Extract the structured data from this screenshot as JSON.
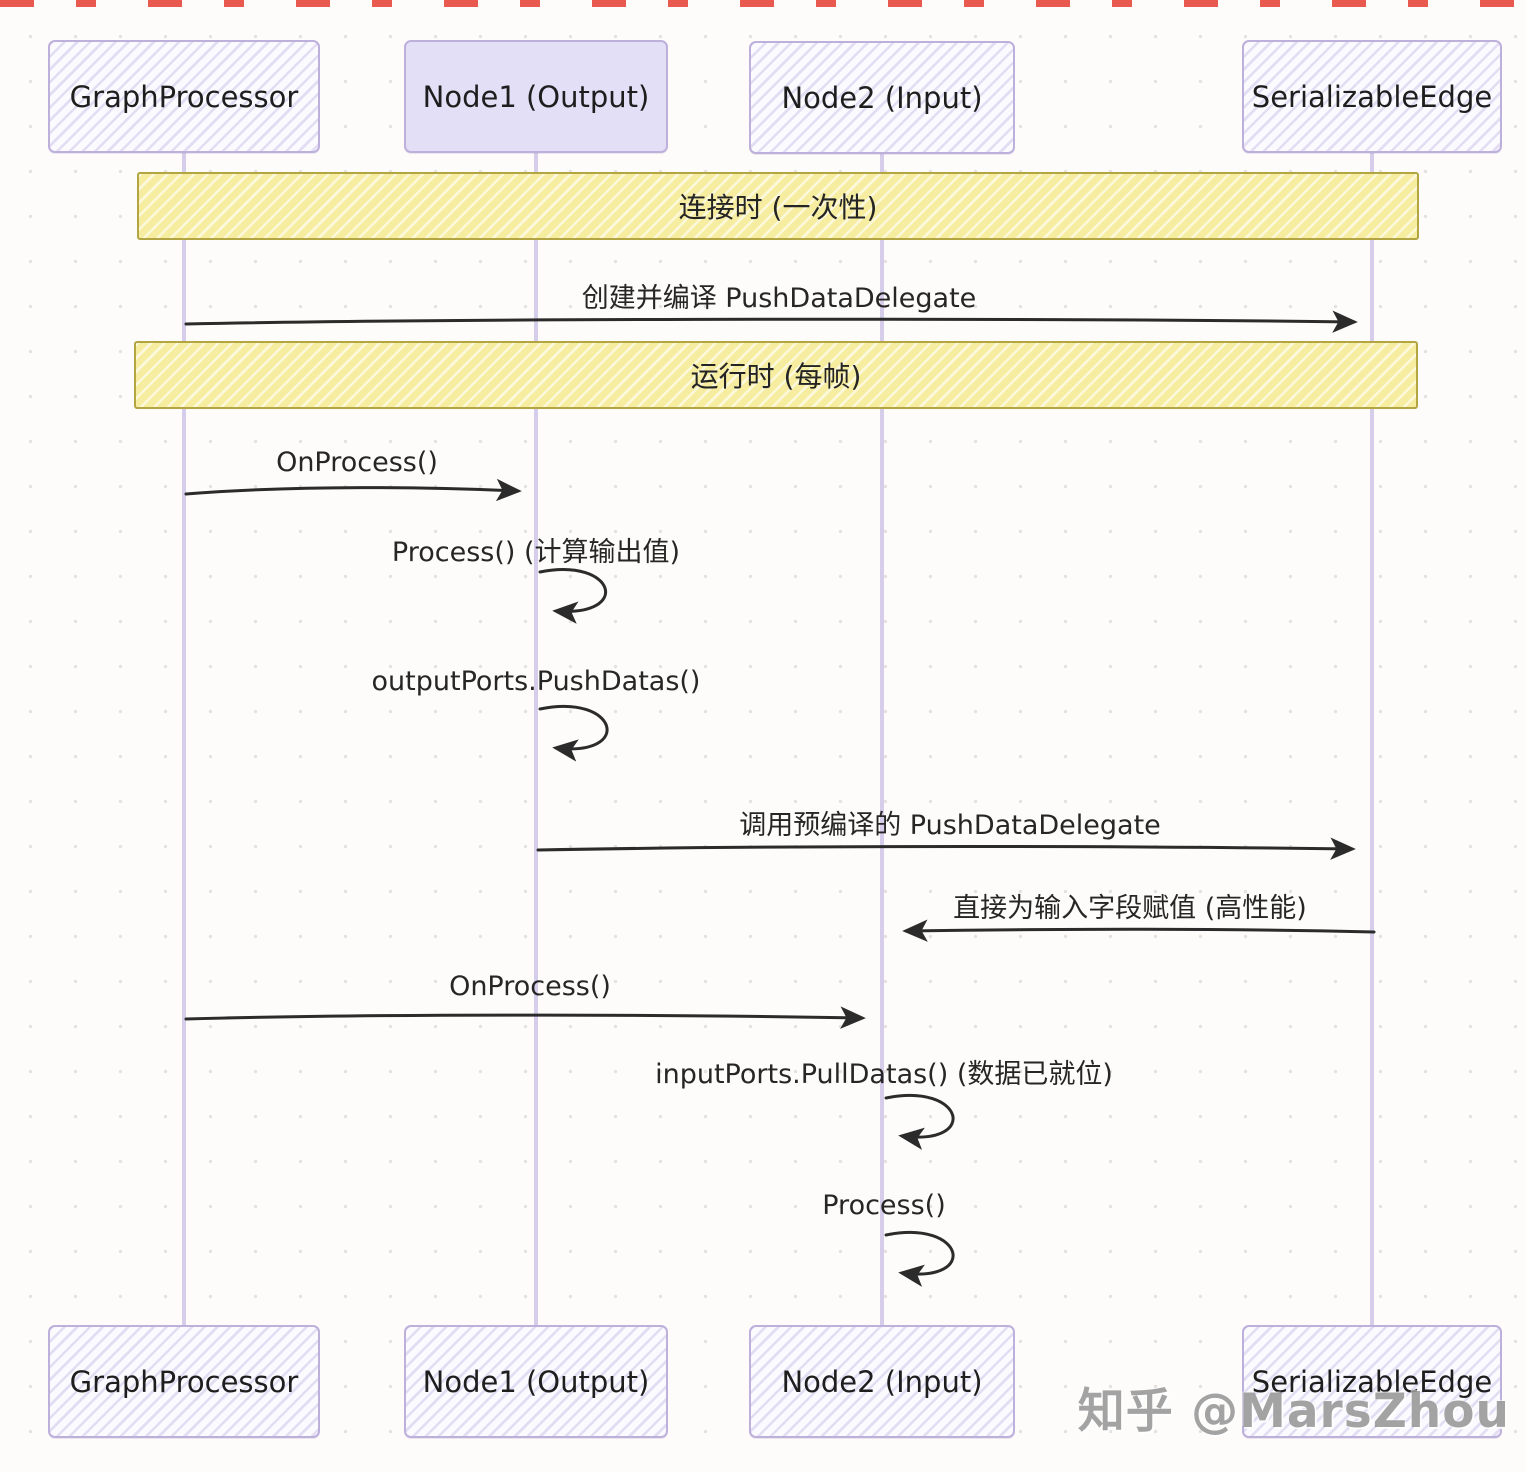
{
  "diagram": {
    "type": "sequence-diagram",
    "actors": [
      {
        "label": "GraphProcessor"
      },
      {
        "label": "Node1 (Output)"
      },
      {
        "label": "Node2 (Input)"
      },
      {
        "label": "SerializableEdge"
      }
    ],
    "dividers": [
      {
        "label": "连接时 (一次性)"
      },
      {
        "label": "运行时 (每帧)"
      }
    ],
    "messages": [
      {
        "kind": "arrow",
        "from": "GraphProcessor",
        "to": "SerializableEdge",
        "label": "创建并编译 PushDataDelegate"
      },
      {
        "kind": "arrow",
        "from": "GraphProcessor",
        "to": "Node1 (Output)",
        "label": "OnProcess()"
      },
      {
        "kind": "self",
        "from": "Node1 (Output)",
        "to": "Node1 (Output)",
        "label": "Process() (计算输出值)"
      },
      {
        "kind": "self",
        "from": "Node1 (Output)",
        "to": "Node1 (Output)",
        "label": "outputPorts.PushDatas()"
      },
      {
        "kind": "arrow",
        "from": "Node1 (Output)",
        "to": "SerializableEdge",
        "label": "调用预编译的 PushDataDelegate"
      },
      {
        "kind": "arrow",
        "from": "SerializableEdge",
        "to": "Node2 (Input)",
        "label": "直接为输入字段赋值 (高性能)"
      },
      {
        "kind": "arrow",
        "from": "GraphProcessor",
        "to": "Node2 (Input)",
        "label": "OnProcess()"
      },
      {
        "kind": "self",
        "from": "Node2 (Input)",
        "to": "Node2 (Input)",
        "label": "inputPorts.PullDatas() (数据已就位)"
      },
      {
        "kind": "self",
        "from": "Node2 (Input)",
        "to": "Node2 (Input)",
        "label": "Process()"
      }
    ],
    "watermark": "知乎 @MarsZhou",
    "colors": {
      "lifeline": "#d6cdea",
      "actor_border": "#bdb1dc",
      "actor_fill": "#e2dff6",
      "banner_fill": "#f7eda0",
      "banner_border": "#b3a542",
      "arrow": "#2b2b2b"
    }
  }
}
